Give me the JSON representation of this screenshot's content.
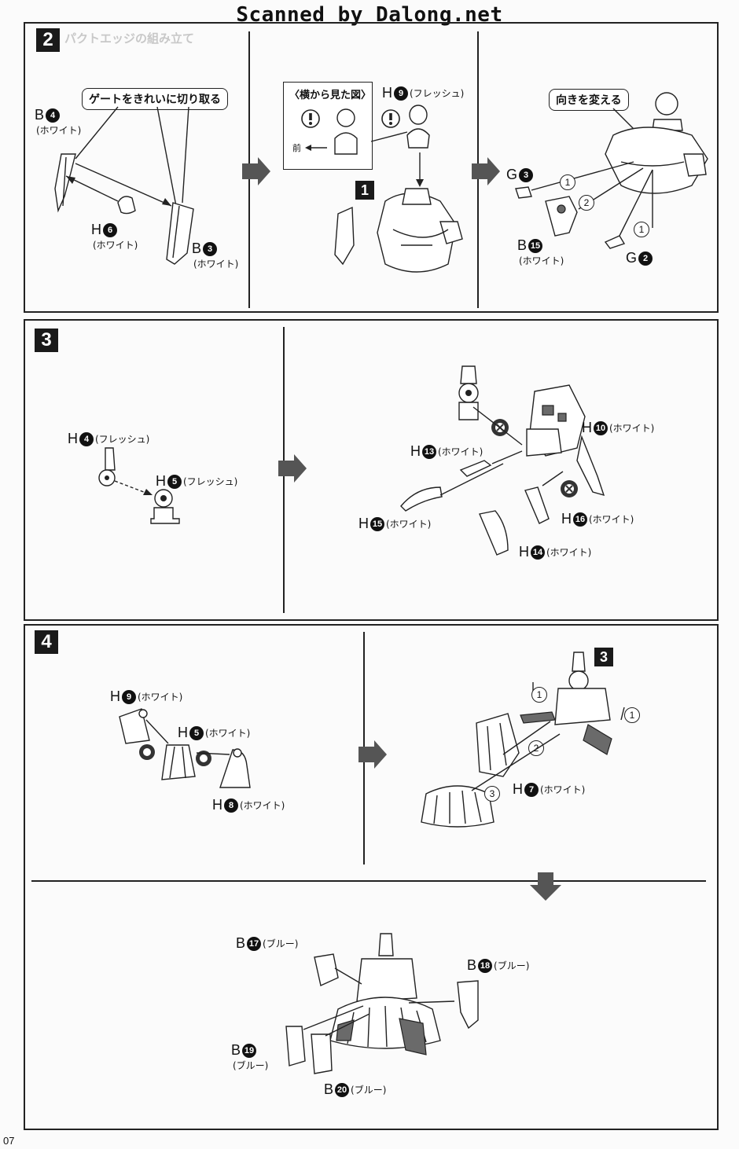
{
  "watermark": "Scanned by Dalong.net",
  "page_number": "07",
  "faint_backprint": {
    "step2_title": "パクトエッジの組み立て"
  },
  "step2": {
    "number": "2",
    "callout_gate": "ゲートをきれいに切り取る",
    "side_view_title": "〈横から見た図〉",
    "front_label": "前",
    "callout_turn": "向きを変える",
    "sub_badge": "1",
    "parts": {
      "b4": {
        "letter": "B",
        "num": "4",
        "color": "(ホワイト)"
      },
      "h6": {
        "letter": "H",
        "num": "6",
        "color": "(ホワイト)"
      },
      "b3": {
        "letter": "B",
        "num": "3",
        "color": "(ホワイト)"
      },
      "h9": {
        "letter": "H",
        "num": "9",
        "color": "(フレッシュ)"
      },
      "g3": {
        "letter": "G",
        "num": "3"
      },
      "b15": {
        "letter": "B",
        "num": "15",
        "color": "(ホワイト)"
      },
      "g2": {
        "letter": "G",
        "num": "2"
      }
    }
  },
  "step3": {
    "number": "3",
    "parts": {
      "h4": {
        "letter": "H",
        "num": "4",
        "color": "(フレッシュ)"
      },
      "h5": {
        "letter": "H",
        "num": "5",
        "color": "(フレッシュ)"
      },
      "h10": {
        "letter": "H",
        "num": "10",
        "color": "(ホワイト)"
      },
      "h13": {
        "letter": "H",
        "num": "13",
        "color": "(ホワイト)"
      },
      "h15": {
        "letter": "H",
        "num": "15",
        "color": "(ホワイト)"
      },
      "h16": {
        "letter": "H",
        "num": "16",
        "color": "(ホワイト)"
      },
      "h14": {
        "letter": "H",
        "num": "14",
        "color": "(ホワイト)"
      }
    }
  },
  "step4": {
    "number": "4",
    "sub_badge": "3",
    "parts": {
      "h9": {
        "letter": "H",
        "num": "9",
        "color": "(ホワイト)"
      },
      "h5": {
        "letter": "H",
        "num": "5",
        "color": "(ホワイト)"
      },
      "h8": {
        "letter": "H",
        "num": "8",
        "color": "(ホワイト)"
      },
      "h7": {
        "letter": "H",
        "num": "7",
        "color": "(ホワイト)"
      },
      "b17": {
        "letter": "B",
        "num": "17",
        "color": "(ブルー)"
      },
      "b18": {
        "letter": "B",
        "num": "18",
        "color": "(ブルー)"
      },
      "b19": {
        "letter": "B",
        "num": "19",
        "color": "(ブルー)"
      },
      "b20": {
        "letter": "B",
        "num": "20",
        "color": "(ブルー)"
      }
    }
  },
  "order_marks": {
    "one": "1",
    "two": "2",
    "three": "3"
  },
  "icons": [
    "next-step-arrow-icon",
    "caution-icon",
    "glue-warning-icon"
  ]
}
